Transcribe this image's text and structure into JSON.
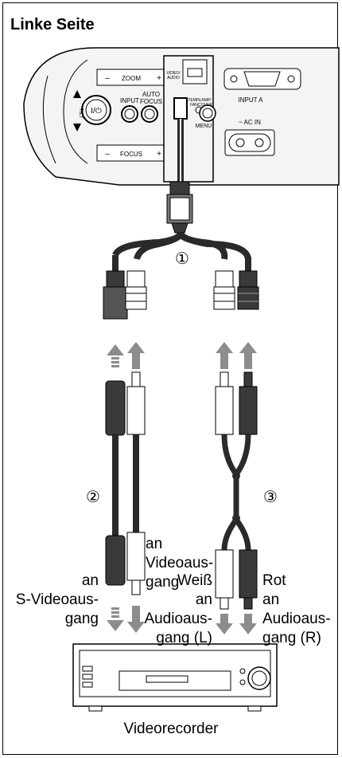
{
  "title": "Linke Seite",
  "projector": {
    "zoom": "ZOOM",
    "focus": "FOCUS",
    "tilt": "TILT",
    "input_btn": "INPUT",
    "auto_focus_line1": "AUTO",
    "auto_focus_line2": "FOCUS",
    "power": "I/⏻",
    "video_audio_line1": "VIDEO/",
    "video_audio_line2": "AUDIO",
    "temp_fan_line1": "TEMP/",
    "temp_fan_line2": "FAN",
    "lamp_cover_line1": "LAMP/",
    "lamp_cover_line2": "COVER",
    "menu": "MENU",
    "input_a": "INPUT A",
    "ac_in": "~ AC IN",
    "plus": "+",
    "minus": "–"
  },
  "markers": {
    "one": "①",
    "two": "②",
    "three": "③"
  },
  "labels": {
    "video_out": [
      "an",
      "Videoaus-",
      "gang"
    ],
    "svideo_out": [
      "an",
      "S-Videoaus-",
      "gang"
    ],
    "white": [
      "Weiß",
      "an"
    ],
    "audio_l": [
      "Audioaus-",
      "gang (L)"
    ],
    "red": [
      "Rot",
      "an",
      "Audioaus-",
      "gang (R)"
    ],
    "recorder": "Videorecorder"
  },
  "colors": {
    "cable": "#2a2a2a",
    "arrow": "#8c8c8c",
    "body": "#f4f4f4",
    "plug_dark": "#3a3a3a"
  }
}
